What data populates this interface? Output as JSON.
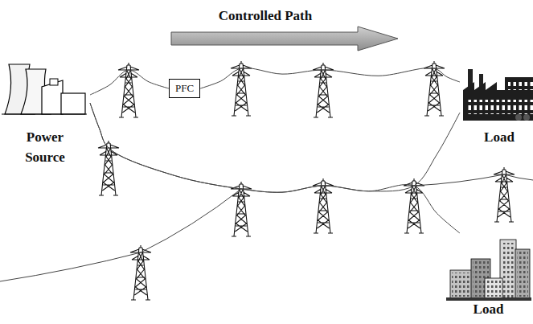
{
  "diagram": {
    "nodes": [
      {
        "text": [
          "Power Source"
        ]
      },
      {
        "text": [
          "PFC"
        ]
      },
      {
        "text": [
          "Load"
        ]
      },
      {
        "text": [
          "Load"
        ]
      }
    ],
    "edges": [
      {
        "from": 0,
        "to": 1,
        "arrow": "none"
      },
      {
        "from": 1,
        "to": 2,
        "arrow": "none"
      },
      {
        "from": 0,
        "to": 2,
        "arrow": "none"
      },
      {
        "from": 0,
        "to": 3,
        "arrow": "none"
      }
    ],
    "labels": [
      "Controlled Path"
    ]
  }
}
